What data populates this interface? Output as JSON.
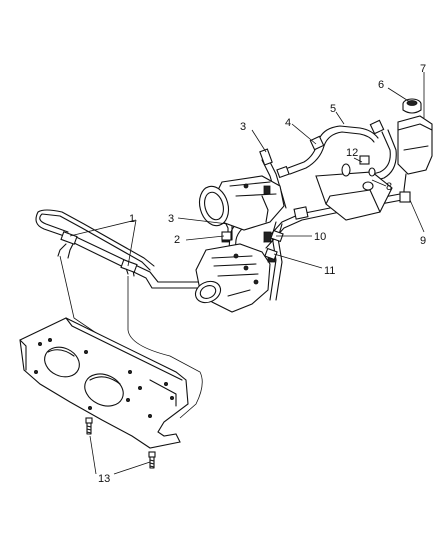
{
  "callouts": [
    {
      "id": "c1",
      "text": "1"
    },
    {
      "id": "c2",
      "text": "2"
    },
    {
      "id": "c3a",
      "text": "3"
    },
    {
      "id": "c3b",
      "text": "3"
    },
    {
      "id": "c4",
      "text": "4"
    },
    {
      "id": "c5",
      "text": "5"
    },
    {
      "id": "c6",
      "text": "6"
    },
    {
      "id": "c7",
      "text": "7"
    },
    {
      "id": "c8",
      "text": "8"
    },
    {
      "id": "c9",
      "text": "9"
    },
    {
      "id": "c10",
      "text": "10"
    },
    {
      "id": "c11",
      "text": "11"
    },
    {
      "id": "c12",
      "text": "12"
    },
    {
      "id": "c13",
      "text": "13"
    }
  ]
}
